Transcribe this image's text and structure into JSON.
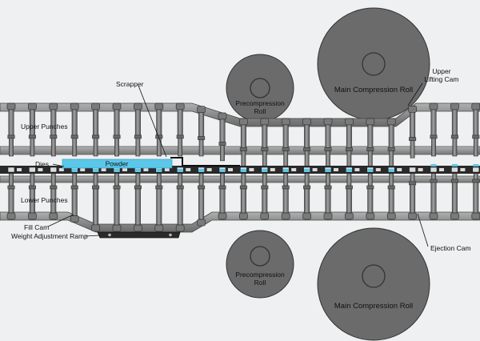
{
  "labels": {
    "scrapper": "Scrapper",
    "upper_punches": "Upper Punches",
    "dies": "Dies",
    "powder": "Powder",
    "lower_punches": "Lower Punches",
    "fill_cam": "Fill Cam",
    "weight_adjustment_ramp": "Weight Adjustment Ramp",
    "precompression_roll_line1": "Precompression",
    "precompression_roll_line2": "Roll",
    "main_compression_roll": "Main Compression Roll",
    "upper_lifting_cam_line1": "Upper",
    "upper_lifting_cam_line2": "Lifting Cam",
    "ejection_cam": "Ejection Cam"
  },
  "colors": {
    "background": "#eef0f1",
    "roll": "#6b6b6b",
    "punch": "#8a8a8a",
    "punch_dark": "#555555",
    "die_table": "#2a2a2a",
    "powder": "#5bc8ea",
    "track": "#7d7d7d"
  }
}
